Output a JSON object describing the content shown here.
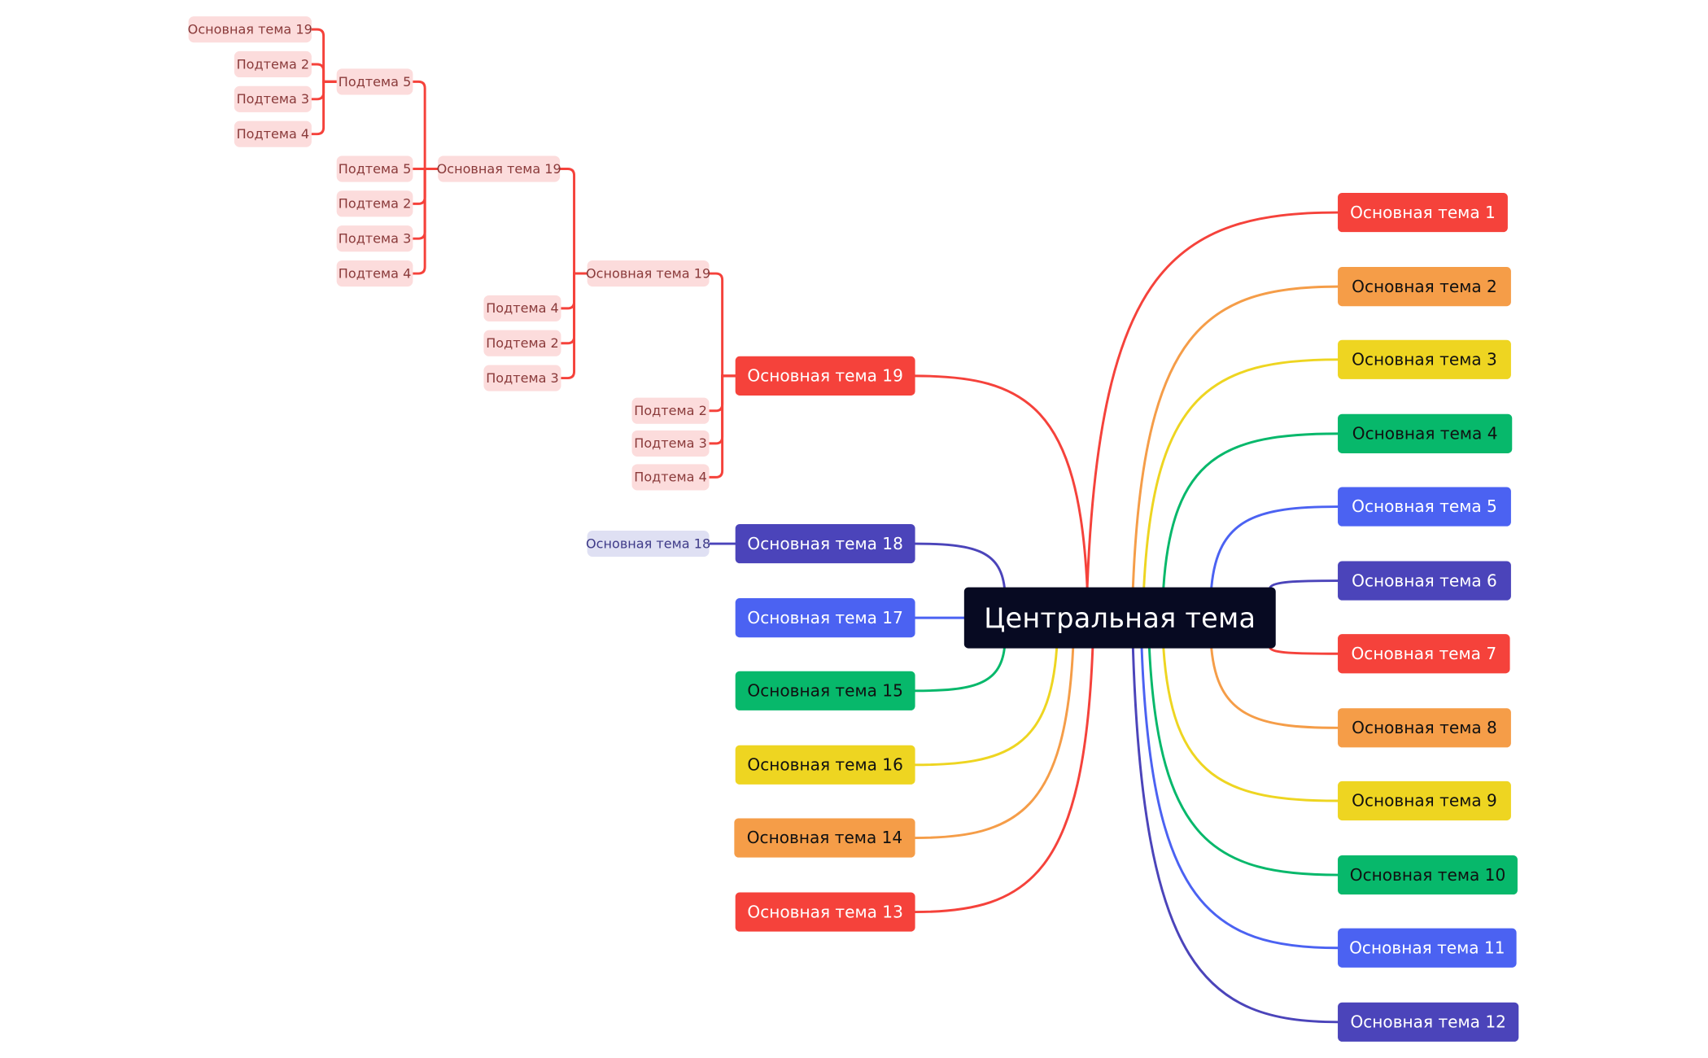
{
  "mindmap": {
    "central": {
      "label": "Центральная тема",
      "color": "#070a22"
    },
    "colors": {
      "red": "#f5423b",
      "orange": "#f59d48",
      "yellow": "#eed521",
      "green": "#07b86b",
      "blue": "#4b62f2",
      "indigo": "#4b44ba",
      "pink_fill": "#fcdcdc",
      "pink_text": "#8a3a3a",
      "lavender_fill": "#dfe0f3",
      "lavender_text": "#3e3a88"
    },
    "main_topics": [
      {
        "id": "t1",
        "label": "Основная тема 1",
        "color": "red",
        "text_color": "#ffffff"
      },
      {
        "id": "t2",
        "label": "Основная тема 2",
        "color": "orange",
        "text_color": "#111111"
      },
      {
        "id": "t3",
        "label": "Основная тема 3",
        "color": "yellow",
        "text_color": "#111111"
      },
      {
        "id": "t4",
        "label": "Основная тема 4",
        "color": "green",
        "text_color": "#111111"
      },
      {
        "id": "t5",
        "label": "Основная тема 5",
        "color": "blue",
        "text_color": "#ffffff"
      },
      {
        "id": "t6",
        "label": "Основная тема 6",
        "color": "indigo",
        "text_color": "#ffffff"
      },
      {
        "id": "t7",
        "label": "Основная тема 7",
        "color": "red",
        "text_color": "#ffffff"
      },
      {
        "id": "t8",
        "label": "Основная тема 8",
        "color": "orange",
        "text_color": "#111111"
      },
      {
        "id": "t9",
        "label": "Основная тема 9",
        "color": "yellow",
        "text_color": "#111111"
      },
      {
        "id": "t10",
        "label": "Основная тема 10",
        "color": "green",
        "text_color": "#111111"
      },
      {
        "id": "t11",
        "label": "Основная тема 11",
        "color": "blue",
        "text_color": "#ffffff"
      },
      {
        "id": "t12",
        "label": "Основная тема 12",
        "color": "indigo",
        "text_color": "#ffffff"
      },
      {
        "id": "t19",
        "label": "Основная тема 19",
        "color": "red",
        "text_color": "#ffffff"
      },
      {
        "id": "t18",
        "label": "Основная тема 18",
        "color": "indigo",
        "text_color": "#ffffff"
      },
      {
        "id": "t17",
        "label": "Основная тема 17",
        "color": "blue",
        "text_color": "#ffffff"
      },
      {
        "id": "t15",
        "label": "Основная тема 15",
        "color": "green",
        "text_color": "#111111"
      },
      {
        "id": "t16",
        "label": "Основная тема 16",
        "color": "yellow",
        "text_color": "#111111"
      },
      {
        "id": "t14",
        "label": "Основная тема 14",
        "color": "orange",
        "text_color": "#111111"
      },
      {
        "id": "t13",
        "label": "Основная тема 13",
        "color": "red",
        "text_color": "#ffffff"
      }
    ],
    "subtopics": [
      {
        "id": "s19a",
        "label": "Основная тема 19",
        "parent": "t19",
        "theme": "pink"
      },
      {
        "id": "s19a_s2",
        "label": "Подтема 2",
        "parent": "t19",
        "theme": "pink"
      },
      {
        "id": "s19a_s3",
        "label": "Подтема 3",
        "parent": "t19",
        "theme": "pink"
      },
      {
        "id": "s19a_s4",
        "label": "Подтема 4",
        "parent": "t19",
        "theme": "pink"
      },
      {
        "id": "s19b",
        "label": "Основная тема 19",
        "parent": "s19a",
        "theme": "pink"
      },
      {
        "id": "s19b_s4",
        "label": "Подтема 4",
        "parent": "s19a",
        "theme": "pink"
      },
      {
        "id": "s19b_s2",
        "label": "Подтема 2",
        "parent": "s19a",
        "theme": "pink"
      },
      {
        "id": "s19b_s3",
        "label": "Подтема 3",
        "parent": "s19a",
        "theme": "pink"
      },
      {
        "id": "s19c5",
        "label": "Подтема 5",
        "parent": "s19b",
        "theme": "pink"
      },
      {
        "id": "s19c5b",
        "label": "Подтема 5",
        "parent": "s19b",
        "theme": "pink"
      },
      {
        "id": "s19c2",
        "label": "Подтема 2",
        "parent": "s19b",
        "theme": "pink"
      },
      {
        "id": "s19c3",
        "label": "Подтема 3",
        "parent": "s19b",
        "theme": "pink"
      },
      {
        "id": "s19c4",
        "label": "Подтема 4",
        "parent": "s19b",
        "theme": "pink"
      },
      {
        "id": "s19d",
        "label": "Основная тема 19",
        "parent": "s19c5",
        "theme": "pink"
      },
      {
        "id": "s19d2",
        "label": "Подтема 2",
        "parent": "s19c5",
        "theme": "pink"
      },
      {
        "id": "s19d3",
        "label": "Подтема 3",
        "parent": "s19c5",
        "theme": "pink"
      },
      {
        "id": "s19d4",
        "label": "Подтема 4",
        "parent": "s19c5",
        "theme": "pink"
      },
      {
        "id": "s18a",
        "label": "Основная тема 18",
        "parent": "t18",
        "theme": "lavender"
      }
    ]
  }
}
